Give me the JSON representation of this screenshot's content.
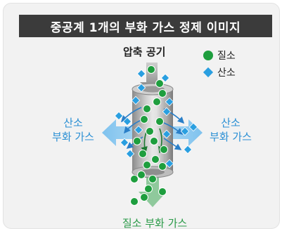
{
  "title": "중공계 1개의 부화 가스 정제 이미지",
  "input_label": "압축 공기",
  "legend": [
    {
      "shape": "circle",
      "label": "질소",
      "color": "#1e9e3e"
    },
    {
      "shape": "diamond",
      "label": "산소",
      "color": "#2a9fe0"
    }
  ],
  "left_output": {
    "line1": "산소",
    "line2": "부화 가스"
  },
  "right_output": {
    "line1": "산소",
    "line2": "부화 가스"
  },
  "bottom_output": "질소 부화 가스",
  "colors": {
    "nitrogen": "#1e9e3e",
    "oxygen": "#2a9fe0",
    "title_bg": "#3b3b3b",
    "oxygen_text": "#2a8fd4",
    "nitrogen_text": "#2a9a48"
  }
}
